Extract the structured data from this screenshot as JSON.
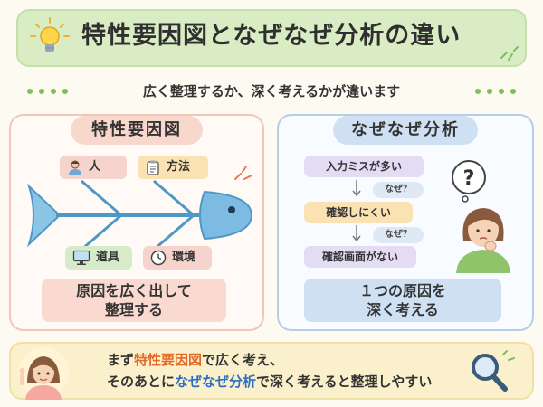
{
  "header": {
    "title": "特性要因図となぜなぜ分析の違い",
    "icon": "lightbulb-icon"
  },
  "subtitle": "広く整理するか、深く考えるかが違います",
  "left_panel": {
    "title": "特性要因図",
    "labels": {
      "person": "人",
      "method": "方法",
      "tool": "道具",
      "environment": "環境"
    },
    "summary_line1": "原因を広く出して",
    "summary_line2": "整理する"
  },
  "right_panel": {
    "title": "なぜなぜ分析",
    "steps": [
      "入力ミスが多い",
      "確認しにくい",
      "確認画面がない"
    ],
    "why_tag": "なぜ？",
    "question_mark": "?",
    "summary_line1": "１つの原因を",
    "summary_line2": "深く考える"
  },
  "banner": {
    "line1_prefix": "まず",
    "line1_highlight": "特性要因図",
    "line1_suffix": "で広く考え、",
    "line2_prefix": "そのあとに",
    "line2_highlight": "なぜなぜ分析",
    "line2_suffix": "で深く考えると整理しやすい"
  },
  "colors": {
    "title_bg": "#d9ecc3",
    "left_accent": "#f8d7cc",
    "right_accent": "#cfe0f3",
    "fish": "#6fb3dd",
    "highlight_orange": "#e26b2a",
    "highlight_blue": "#2f6fc1",
    "banner_bg": "#fbf0cc"
  }
}
